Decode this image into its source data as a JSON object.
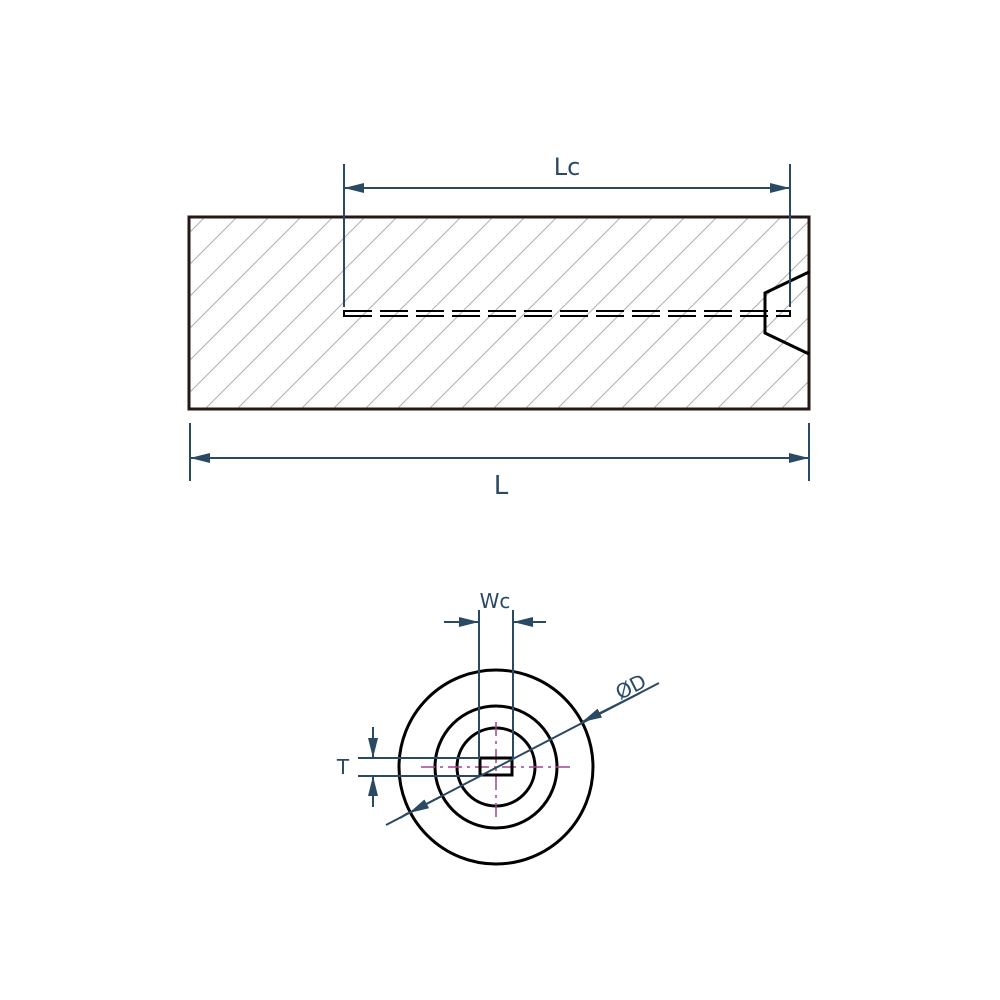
{
  "side_view": {
    "label_length": "L",
    "label_cut_length": "Lc"
  },
  "end_view": {
    "label_cut_width": "Wc",
    "label_thickness": "T",
    "label_diameter": "ØD"
  },
  "colors": {
    "outline": "#231815",
    "dimension": "#2a4a64",
    "hatch": "#b0b0b0",
    "centerline": "#a0458f"
  }
}
